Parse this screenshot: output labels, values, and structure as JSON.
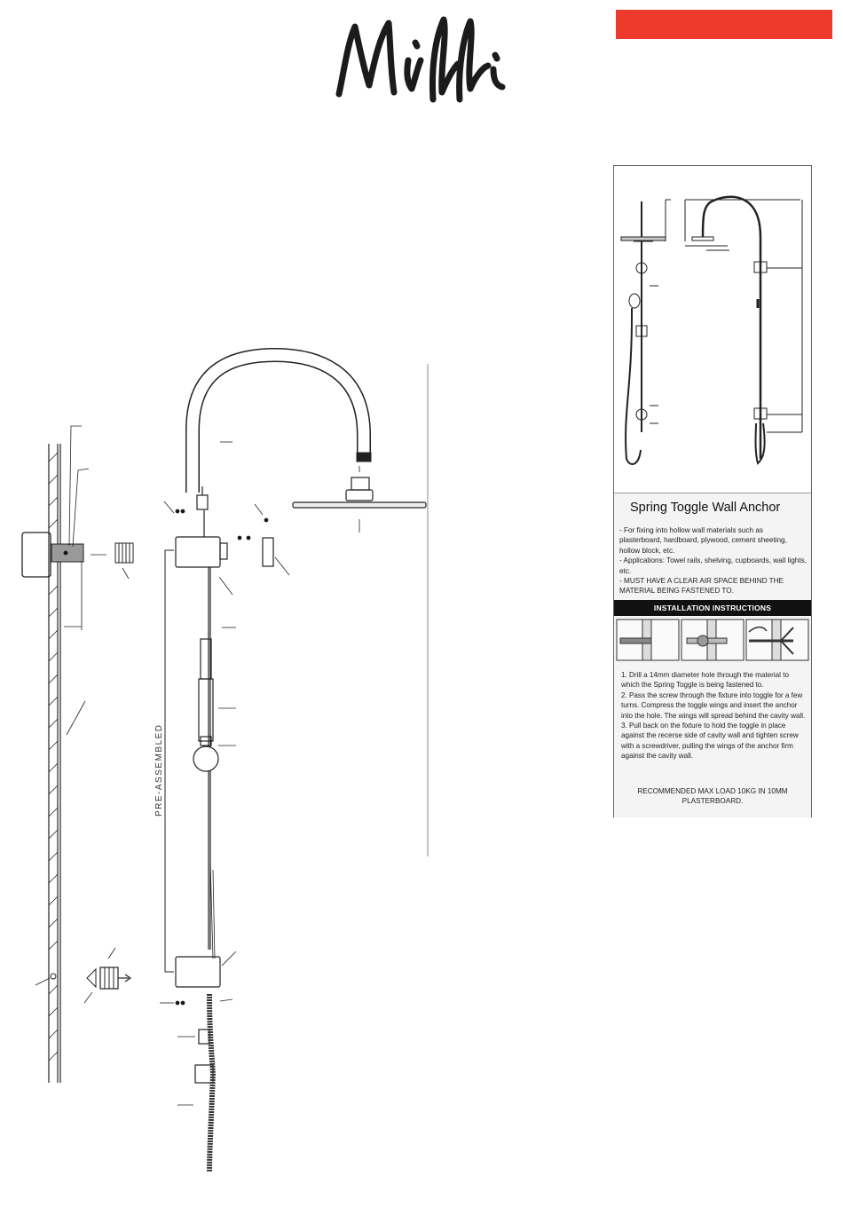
{
  "brand": {
    "logo_text": "Milli",
    "accent_color": "#ee3a2c"
  },
  "diagram": {
    "preassembled_label": "PRE-ASSEMBLED"
  },
  "anchor_panel": {
    "title": "Spring Toggle Wall Anchor",
    "bullets": [
      "- For fixing into hollow wall materials such as plasterboard, hardboard, plywood, cement sheeting, hollow block, etc.",
      "- Applications: Towel rails, shelving, cupboards, wall lights, etc.",
      "- MUST HAVE A CLEAR AIR SPACE BEHIND THE MATERIAL BEING FASTENED TO."
    ],
    "instructions_heading": "INSTALLATION INSTRUCTIONS",
    "steps": [
      "1. Drill a 14mm diameter hole through the material to which the Spring Toggle is being fastened to.",
      "2. Pass the screw through the fixture into toggle for a few turns. Compress the toggle wings and insert the anchor into the hole. The wings will spread behind the cavity wall.",
      "3. Pull back on the fixture to hold the toggle in place against the recerse side of cavity wall and tighten screw with a screwdriver, pulling the wings of the anchor firm against the cavity wall."
    ],
    "recommendation": "RECOMMENDED MAX LOAD 10KG IN 10MM PLASTERBOARD."
  }
}
